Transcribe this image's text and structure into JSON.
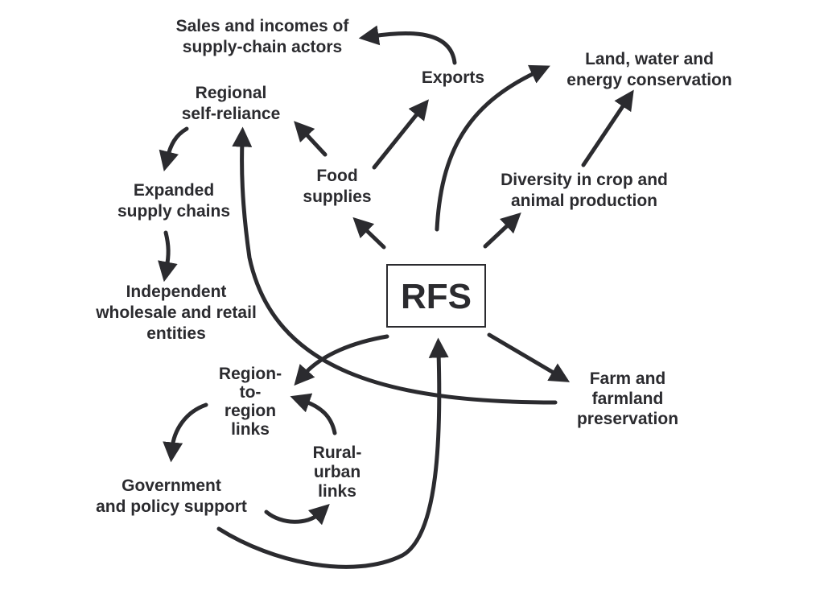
{
  "center": {
    "label": "RFS"
  },
  "nodes": {
    "sales_incomes": [
      "Sales and incomes of",
      "supply-chain actors"
    ],
    "exports": [
      "Exports"
    ],
    "regional_self_reliance": [
      "Regional",
      "self-reliance"
    ],
    "land_water_energy": [
      "Land, water and",
      "energy conservation"
    ],
    "food_supplies": [
      "Food",
      "supplies"
    ],
    "expanded_supply_chains": [
      "Expanded",
      "supply chains"
    ],
    "diversity": [
      "Diversity in crop and",
      "animal production"
    ],
    "independent_entities": [
      "Independent",
      "wholesale and retail",
      "entities"
    ],
    "region_links": [
      "Region-",
      "to-",
      "region",
      "links"
    ],
    "farm_preservation": [
      "Farm and",
      "farmland",
      "preservation"
    ],
    "rural_urban": [
      "Rural-",
      "urban",
      "links"
    ],
    "government_support": [
      "Government",
      "and policy support"
    ]
  },
  "colors": {
    "ink": "#2b2b2f",
    "background": "#ffffff"
  }
}
